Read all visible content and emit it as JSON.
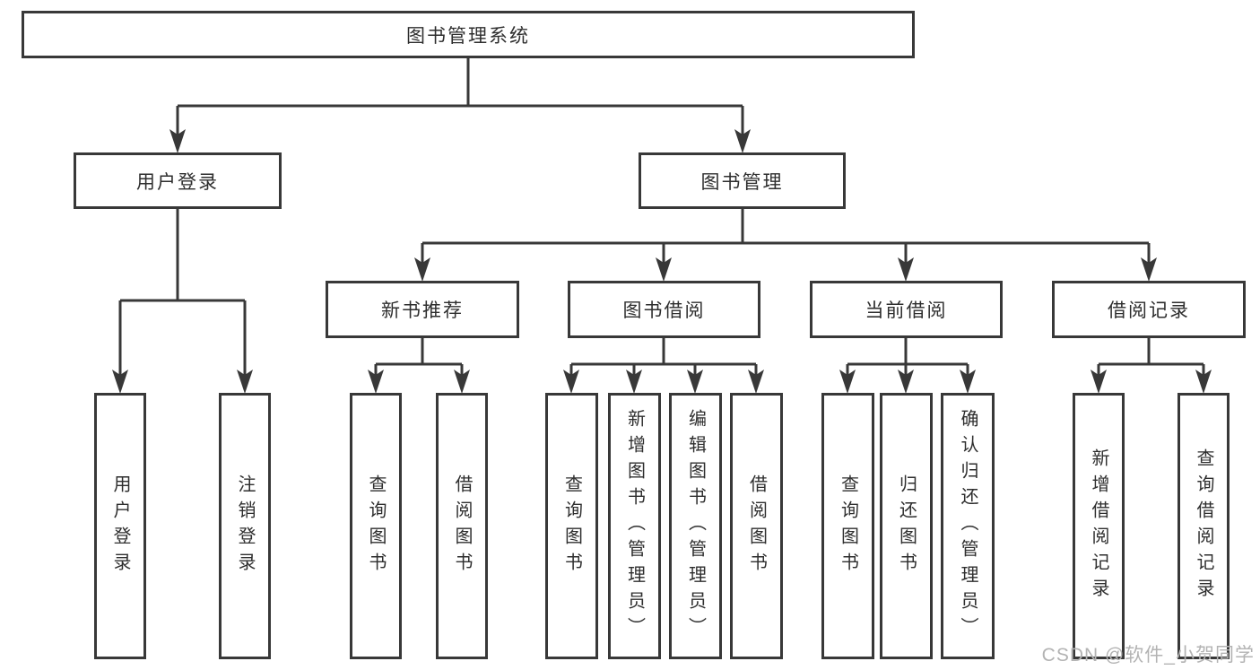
{
  "diagram": {
    "root": {
      "label": "图书管理系统"
    },
    "branches": [
      {
        "label": "用户登录",
        "leaves": [
          {
            "label": "用户登录"
          },
          {
            "label": "注销登录"
          }
        ]
      },
      {
        "label": "图书管理",
        "groups": [
          {
            "label": "新书推荐",
            "leaves": [
              {
                "label": "查询图书"
              },
              {
                "label": "借阅图书"
              }
            ]
          },
          {
            "label": "图书借阅",
            "leaves": [
              {
                "label": "查询图书"
              },
              {
                "label": "新增图书（管理员）"
              },
              {
                "label": "编辑图书（管理员）"
              },
              {
                "label": "借阅图书"
              }
            ]
          },
          {
            "label": "当前借阅",
            "leaves": [
              {
                "label": "查询图书"
              },
              {
                "label": "归还图书"
              },
              {
                "label": "确认归还（管理员）"
              }
            ]
          },
          {
            "label": "借阅记录",
            "leaves": [
              {
                "label": "新增借阅记录"
              },
              {
                "label": "查询借阅记录"
              }
            ]
          }
        ]
      }
    ]
  },
  "watermark": {
    "text": "CSDN @软件_小贺同学"
  },
  "colors": {
    "line": "#383838",
    "text": "#2e2e2e",
    "watermark": "#b3b3b3",
    "background": "#ffffff"
  }
}
